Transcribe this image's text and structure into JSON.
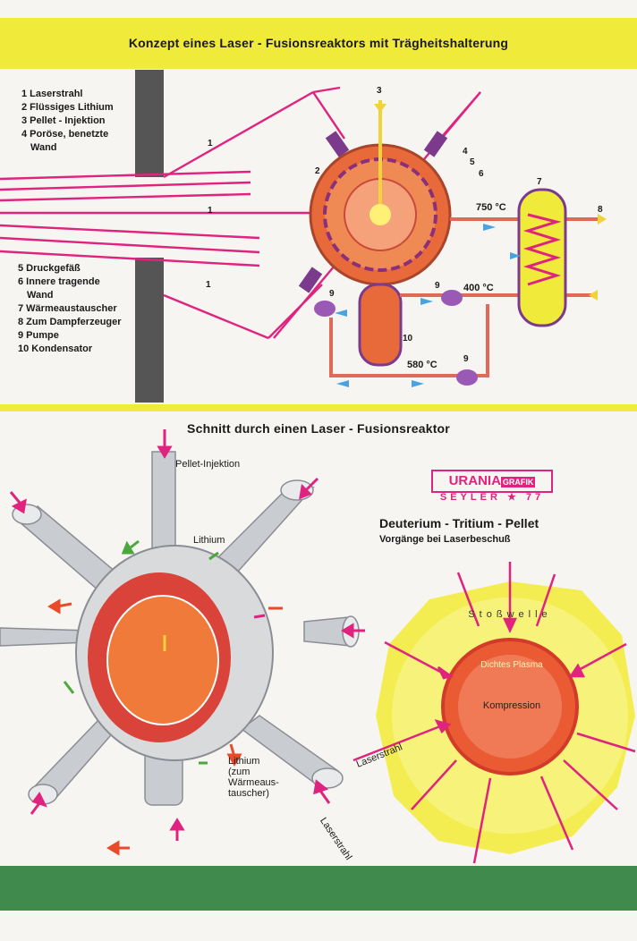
{
  "header": {
    "title_top": "Konzept eines Laser - Fusionsreaktors mit Trägheitshalterung",
    "title_mid": "Schnitt durch einen Laser - Fusionsreaktor"
  },
  "legend": {
    "items_a": [
      "1 Laserstrahl",
      "2 Flüssiges Lithium",
      "3 Pellet - Injektion",
      "4 Poröse, benetzte",
      "Wand"
    ],
    "items_b": [
      "5 Druckgefäß",
      "6 Innere tragende",
      "Wand",
      "7 Wärmeaustauscher",
      "8 Zum Dampferzeuger",
      "9 Pumpe",
      "10 Kondensator"
    ]
  },
  "diagram1": {
    "temp_750": "750 °C",
    "temp_400": "400 °C",
    "temp_580": "580 °C",
    "n1": "1",
    "n2": "2",
    "n3": "3",
    "n4": "4",
    "n5": "5",
    "n6": "6",
    "n7": "7",
    "n8": "8",
    "n9": "9",
    "n10": "10"
  },
  "diagram2": {
    "pellet_injektion": "Pellet-Injektion",
    "lithium": "Lithium",
    "lithium_out_1": "Lithium",
    "lithium_out_2": "(zum",
    "lithium_out_3": "Wärmeaus-",
    "lithium_out_4": "tauscher)",
    "laserstrahl": "Laserstrahl"
  },
  "logo": {
    "main": "URANIA",
    "sub": "GRAFIK",
    "signature": "SEYLER ★ 77"
  },
  "pellet": {
    "title": "Deuterium - Tritium - Pellet",
    "subtitle": "Vorgänge bei Laserbeschuß",
    "stosswelle": "Stoßwelle",
    "plasma": "Dichtes Plasma",
    "kompression": "Kompression",
    "laserstrahl": "Laserstrahl"
  },
  "colors": {
    "yellow": "#f0ea3a",
    "magenta": "#e0237e",
    "orange": "#e35a2a",
    "green": "#3f8a4c",
    "blue": "#4aa3df",
    "purple": "#7b3a8c"
  }
}
